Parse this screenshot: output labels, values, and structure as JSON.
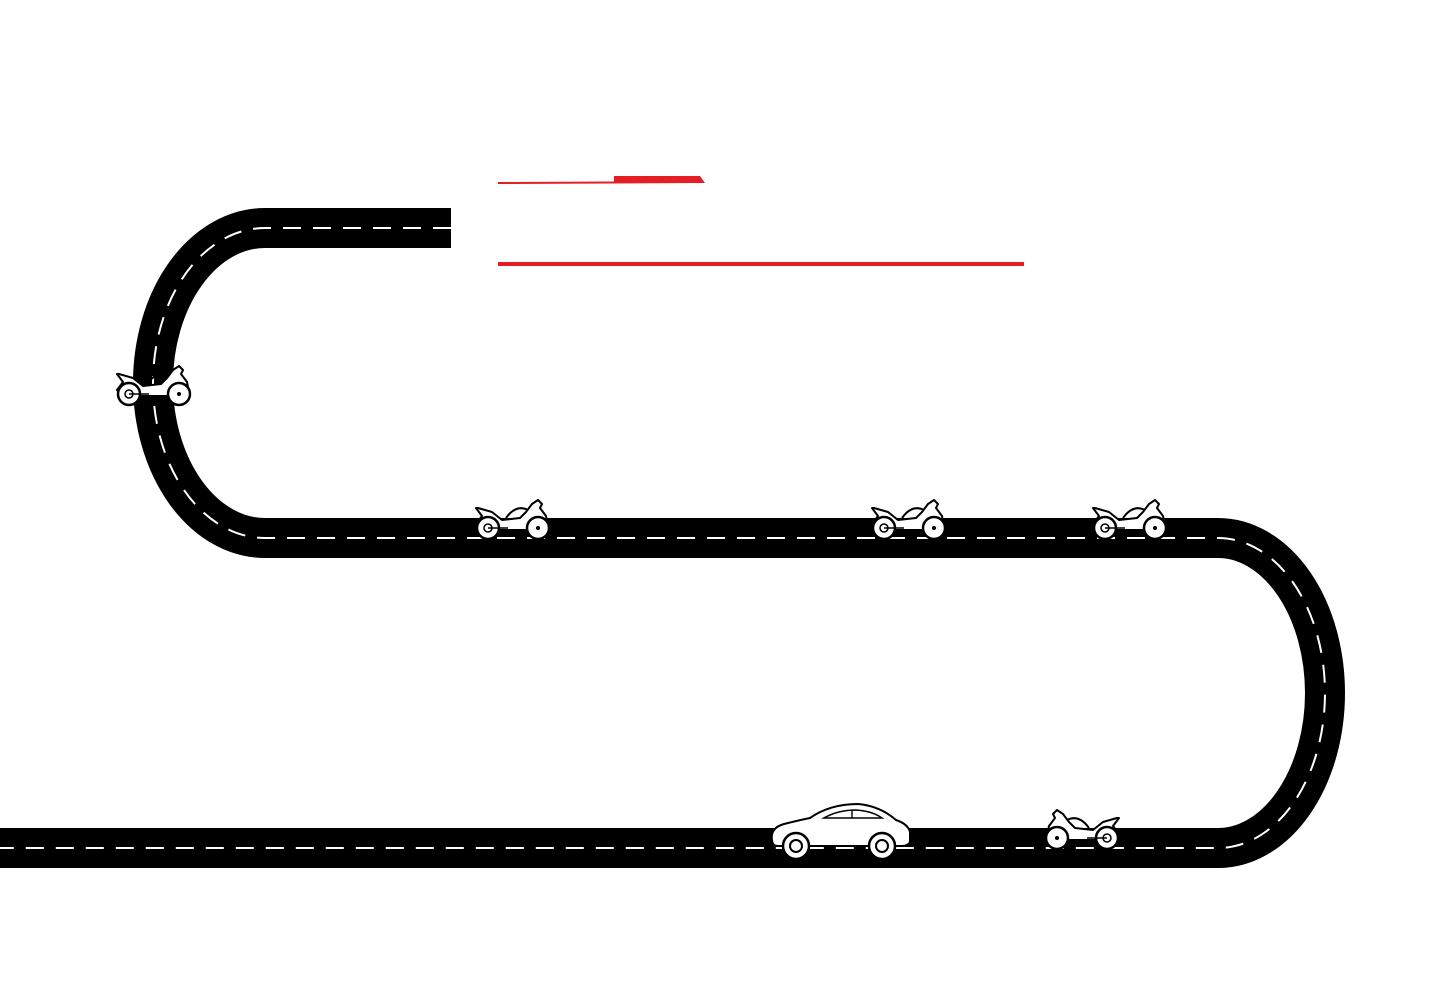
{
  "colors": {
    "background": "#ffffff",
    "road": "#000000",
    "lane_marking": "#ffffff",
    "accent": "#e31e24",
    "vehicle_fill": "#ffffff",
    "vehicle_outline": "#000000"
  },
  "road": {
    "name": "winding-road",
    "lane_style": "dashed"
  },
  "decorations": [
    {
      "name": "red-title-accent-line",
      "icon": "red-line"
    },
    {
      "name": "red-underline-bar",
      "icon": "red-line"
    }
  ],
  "vehicles": [
    {
      "name": "motorcycle-upper-curve",
      "icon": "motorcycle-icon"
    },
    {
      "name": "motorcycle-middle-1",
      "icon": "motorcycle-icon"
    },
    {
      "name": "motorcycle-middle-2",
      "icon": "motorcycle-icon"
    },
    {
      "name": "motorcycle-middle-3",
      "icon": "motorcycle-icon"
    },
    {
      "name": "car-bottom",
      "icon": "car-icon"
    },
    {
      "name": "motorcycle-bottom",
      "icon": "motorcycle-icon"
    }
  ]
}
